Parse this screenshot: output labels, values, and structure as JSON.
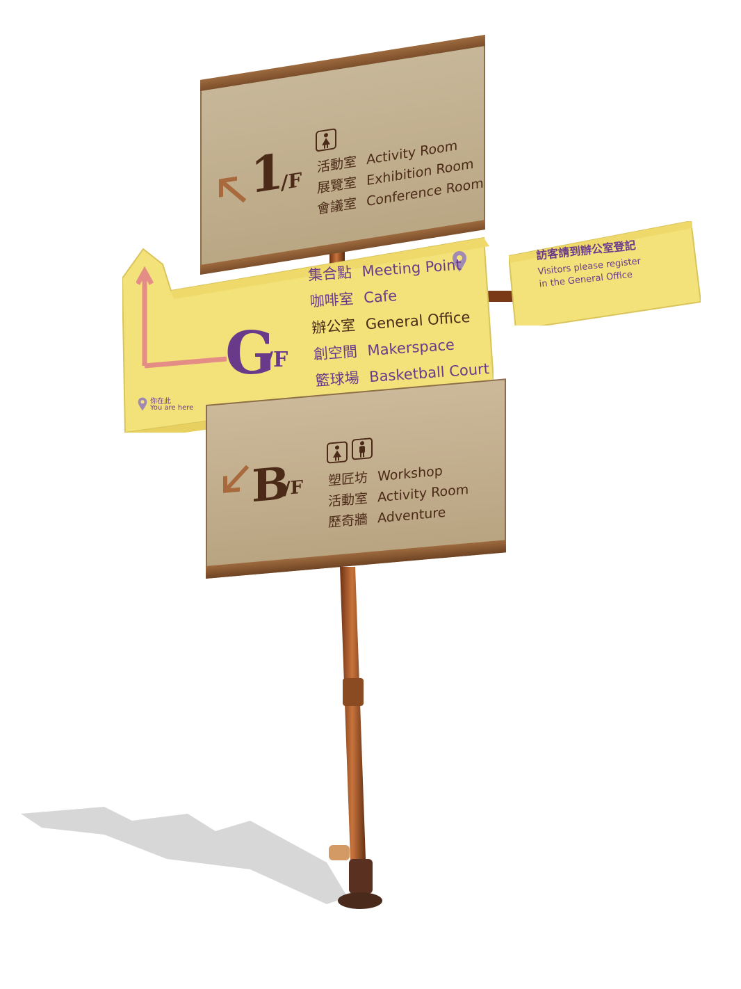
{
  "colors": {
    "wood": "#bba886",
    "wood_frame": "#8a5a34",
    "yellow": "#f3e27a",
    "purple": "#6a3a8a",
    "brown_text": "#4b2a18",
    "arrow_pink": "#e48c86",
    "arrow_brown": "#a86a3c",
    "pole": "#9b4e24"
  },
  "sign_1f": {
    "floor": "1",
    "floor_suffix": "/F",
    "icon": "female-toilet-icon",
    "arrow": "arrow-up-left-icon",
    "rooms": [
      {
        "zh": "活動室",
        "en": "Activity Room"
      },
      {
        "zh": "展覽室",
        "en": "Exhibition Room"
      },
      {
        "zh": "會議室",
        "en": "Conference Room"
      }
    ]
  },
  "sign_gf": {
    "floor": "G",
    "floor_suffix": "/F",
    "icon": "location-pin-icon",
    "arrow": "arrow-up-left-turn-icon",
    "rooms": [
      {
        "zh": "集合點",
        "en": "Meeting Point"
      },
      {
        "zh": "咖啡室",
        "en": "Cafe"
      },
      {
        "zh": "辦公室",
        "en": "General Office"
      },
      {
        "zh": "創空間",
        "en": "Makerspace"
      },
      {
        "zh": "籃球場",
        "en": "Basketball Court"
      }
    ],
    "you_are_here_zh": "你在此",
    "you_are_here_en": "You are here"
  },
  "notice": {
    "zh": "訪客請到辦公室登記",
    "en_line1": "Visitors please register",
    "en_line2": "in the General Office"
  },
  "sign_bf": {
    "floor": "B",
    "floor_suffix": "/F",
    "icons": [
      "female-toilet-icon",
      "male-toilet-icon"
    ],
    "arrow": "arrow-down-left-icon",
    "rooms": [
      {
        "zh": "塑匠坊",
        "en": "Workshop"
      },
      {
        "zh": "活動室",
        "en": "Activity Room"
      },
      {
        "zh": "歷奇牆",
        "en": "Adventure"
      }
    ]
  }
}
